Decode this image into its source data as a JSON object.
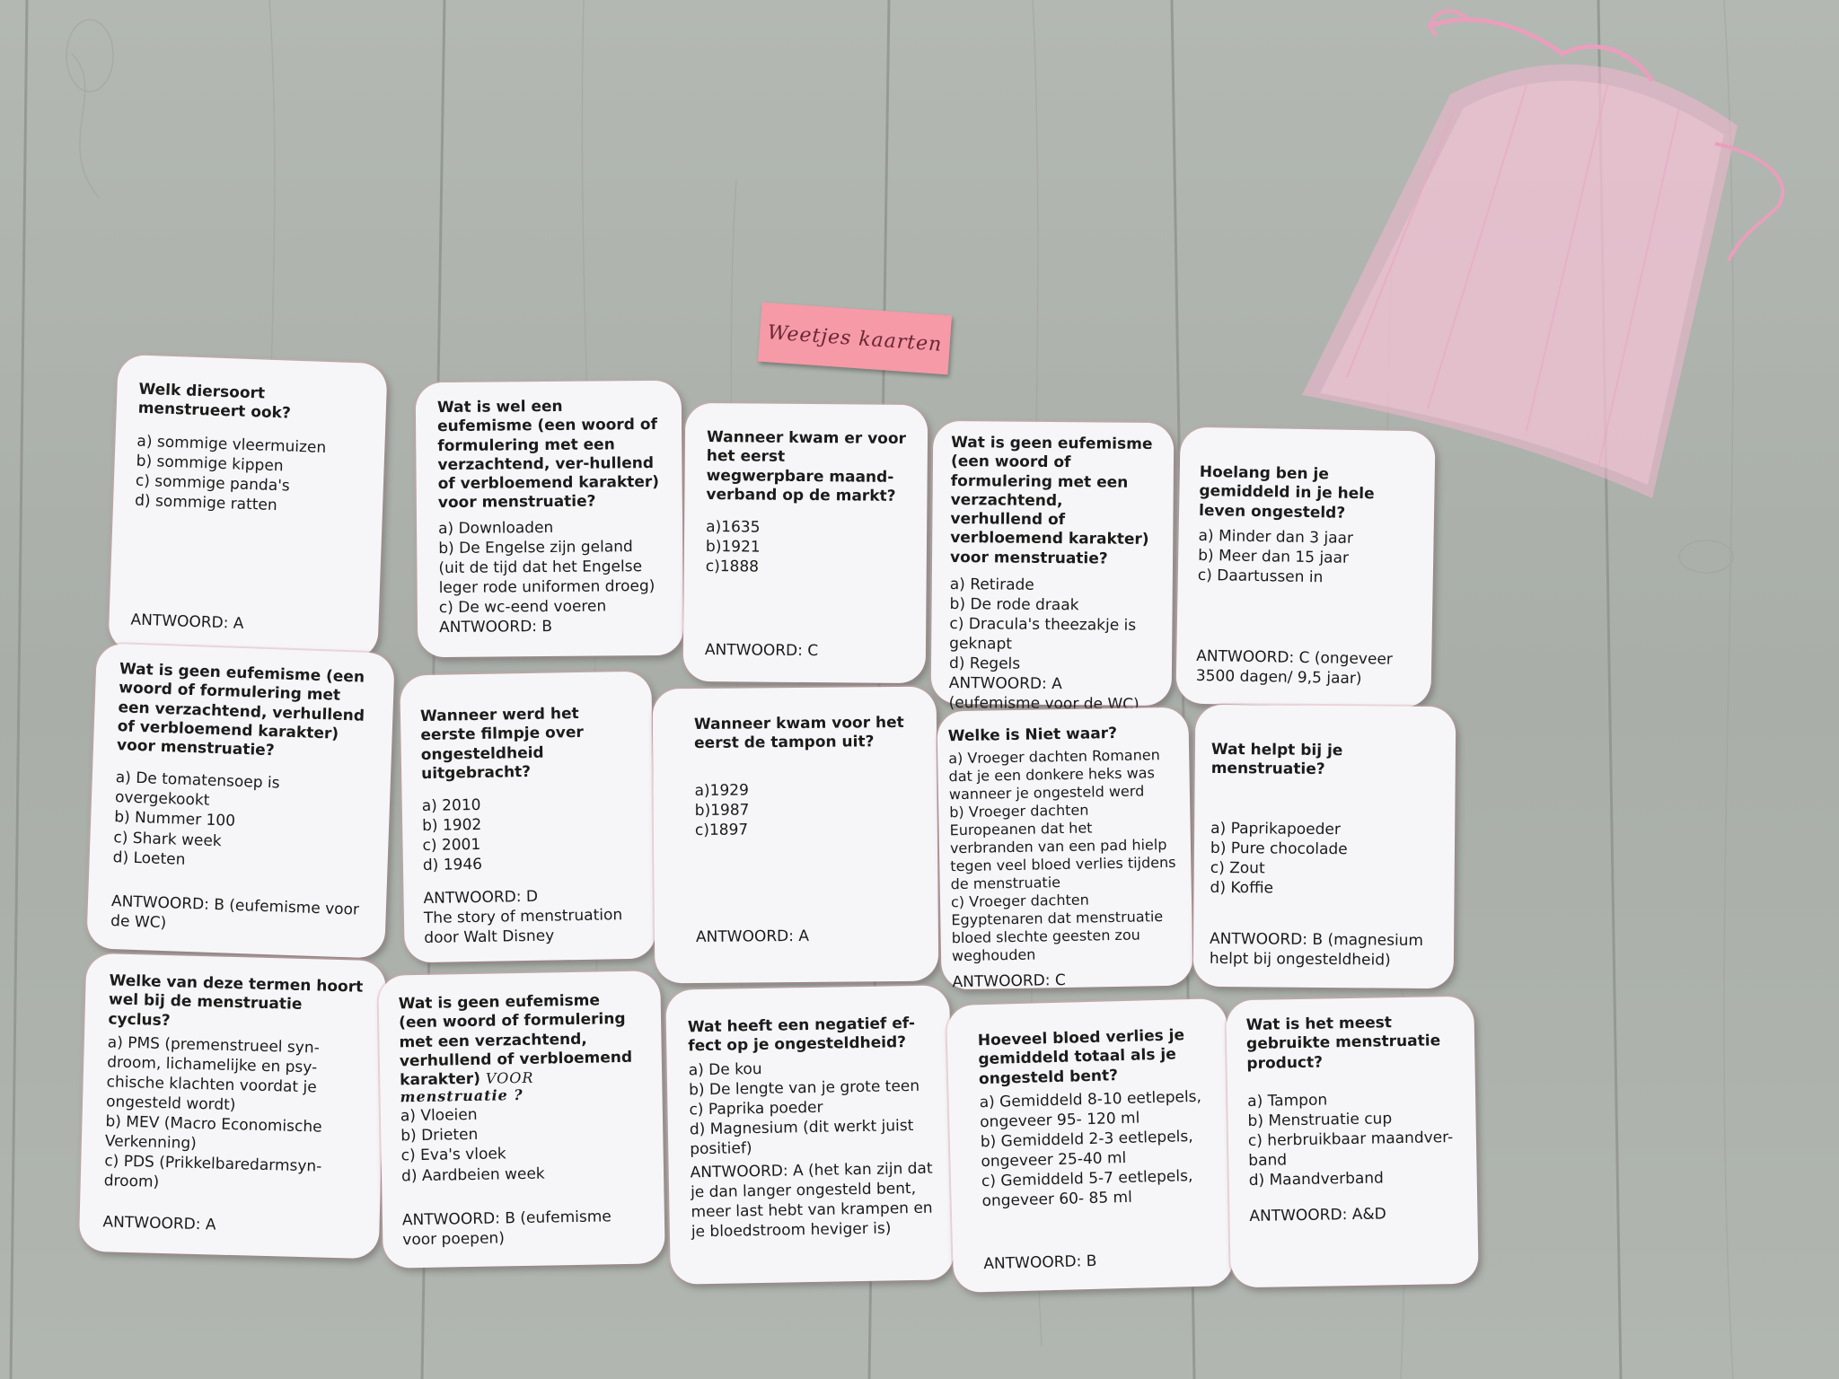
{
  "colors": {
    "floor": "#aeb3ad",
    "card": "#f6f6f8",
    "sticky_note": "#f59aa6",
    "pouch": "#f3b7cf"
  },
  "sticky_note": {
    "text": "Weetjes kaarten"
  },
  "pouch": {
    "icon": "organza-pouch-icon"
  },
  "cards": [
    {
      "question": "Welk diersoort menstrueert ook?",
      "options": [
        "a) sommige vleermuizen",
        "b) sommige kippen",
        "c) sommige panda's",
        "d) sommige ratten"
      ],
      "answer": "ANTWOORD: A"
    },
    {
      "question": "Wat is wel een eufemisme (een woord of formulering met een verzachtend, ver-hullend of verbloemend karakter) voor menstruatie?",
      "options": [
        "a) Downloaden",
        "b) De Engelse zijn geland (uit de tijd dat het Engelse leger rode uniformen droeg)",
        "c) De wc-eend voeren"
      ],
      "answer": "ANTWOORD: B"
    },
    {
      "question": "Wanneer kwam er voor het eerst wegwerpbare maand-verband op de markt?",
      "options": [
        "a)1635",
        "b)1921",
        "c)1888"
      ],
      "answer": "ANTWOORD: C"
    },
    {
      "question": "Wat is geen eufemisme (een woord of formulering met een verzachtend, verhullend of verbloemend karakter) voor menstruatie?",
      "options": [
        "a) Retirade",
        "b) De rode draak",
        "c) Dracula's theezakje is geknapt",
        "d) Regels"
      ],
      "answer": "ANTWOORD: A (eufemisme voor de WC)"
    },
    {
      "question": "Hoelang ben je gemiddeld in je hele leven ongesteld?",
      "options": [
        "a) Minder dan 3 jaar",
        "b) Meer dan 15 jaar",
        "c) Daartussen in"
      ],
      "answer": "ANTWOORD: C  (ongeveer 3500 dagen/ 9,5 jaar)"
    },
    {
      "question": "Wat is geen eufemisme (een woord of formulering met een verzachtend, verhullend of verbloemend karakter) voor menstruatie?",
      "options": [
        "a) De tomatensoep is overgekookt",
        "b) Nummer 100",
        "c) Shark week",
        "d) Loeten"
      ],
      "answer": "ANTWOORD: B (eufemisme voor de WC)"
    },
    {
      "question": "Wanneer werd het eerste filmpje over ongesteldheid uitgebracht?",
      "options": [
        "a) 2010",
        "b) 1902",
        "c) 2001",
        "d) 1946"
      ],
      "answer": "ANTWOORD: D\nThe story of menstruation door Walt Disney"
    },
    {
      "question": "Wanneer kwam voor het eerst de tampon uit?",
      "options": [
        "a)1929",
        "b)1987",
        "c)1897"
      ],
      "answer": "ANTWOORD: A"
    },
    {
      "question": "Welke is Niet waar?",
      "options": [
        "a) Vroeger dachten Romanen dat je een donkere heks was wanneer je ongesteld werd",
        "b) Vroeger dachten Europeanen dat het verbranden van een pad hielp tegen veel bloed verlies tijdens de menstruatie",
        "c) Vroeger dachten Egyptenaren dat menstruatie bloed slechte geesten zou weghouden"
      ],
      "answer": "ANTWOORD: C"
    },
    {
      "question": "Wat helpt bij je menstruatie?",
      "options": [
        "a) Paprikapoeder",
        "b) Pure chocolade",
        "c) Zout",
        "d) Koffie"
      ],
      "answer": "ANTWOORD: B  (magnesium helpt bij ongesteldheid)"
    },
    {
      "question": "Welke van deze termen hoort wel bij de menstruatie cyclus?",
      "options": [
        "a) PMS (premenstrueel syn-droom, lichamelijke en psy-chische klachten voordat je ongesteld wordt)",
        "b) MEV (Macro Economische Verkenning)",
        "c) PDS (Prikkelbaredarmsyn-droom)"
      ],
      "answer": "ANTWOORD: A"
    },
    {
      "question": "Wat is geen eufemisme (een woord of formulering met een verzachtend, verhullend of verbloemend karakter)",
      "handwritten_1": "VOOR",
      "handwritten_2": "menstruatie ?",
      "options": [
        "a) Vloeien",
        "b) Drieten",
        "c) Eva's vloek",
        "d) Aardbeien week"
      ],
      "answer": "ANTWOORD: B  (eufemisme voor poepen)"
    },
    {
      "question": "Wat heeft een negatief ef-fect op je ongesteldheid?",
      "options": [
        "a) De kou",
        "b) De lengte van je grote teen",
        "c) Paprika poeder",
        "d) Magnesium (dit werkt juist positief)"
      ],
      "answer": "ANTWOORD: A  (het kan zijn dat je dan langer ongesteld bent, meer last hebt van krampen en je bloedstroom heviger is)"
    },
    {
      "question": "Hoeveel bloed verlies je gemiddeld totaal als je ongesteld bent?",
      "options": [
        "a) Gemiddeld 8-10 eetlepels, ongeveer 95- 120 ml",
        "b) Gemiddeld 2-3 eetlepels, ongeveer 25-40 ml",
        "c) Gemiddeld 5-7 eetlepels, ongeveer 60- 85 ml"
      ],
      "answer": "ANTWOORD: B"
    },
    {
      "question": "Wat is het meest gebruikte menstruatie product?",
      "options": [
        "a) Tampon",
        "b) Menstruatie cup",
        "c) herbruikbaar maandver-band",
        "d) Maandverband"
      ],
      "answer": "ANTWOORD: A&D"
    }
  ]
}
